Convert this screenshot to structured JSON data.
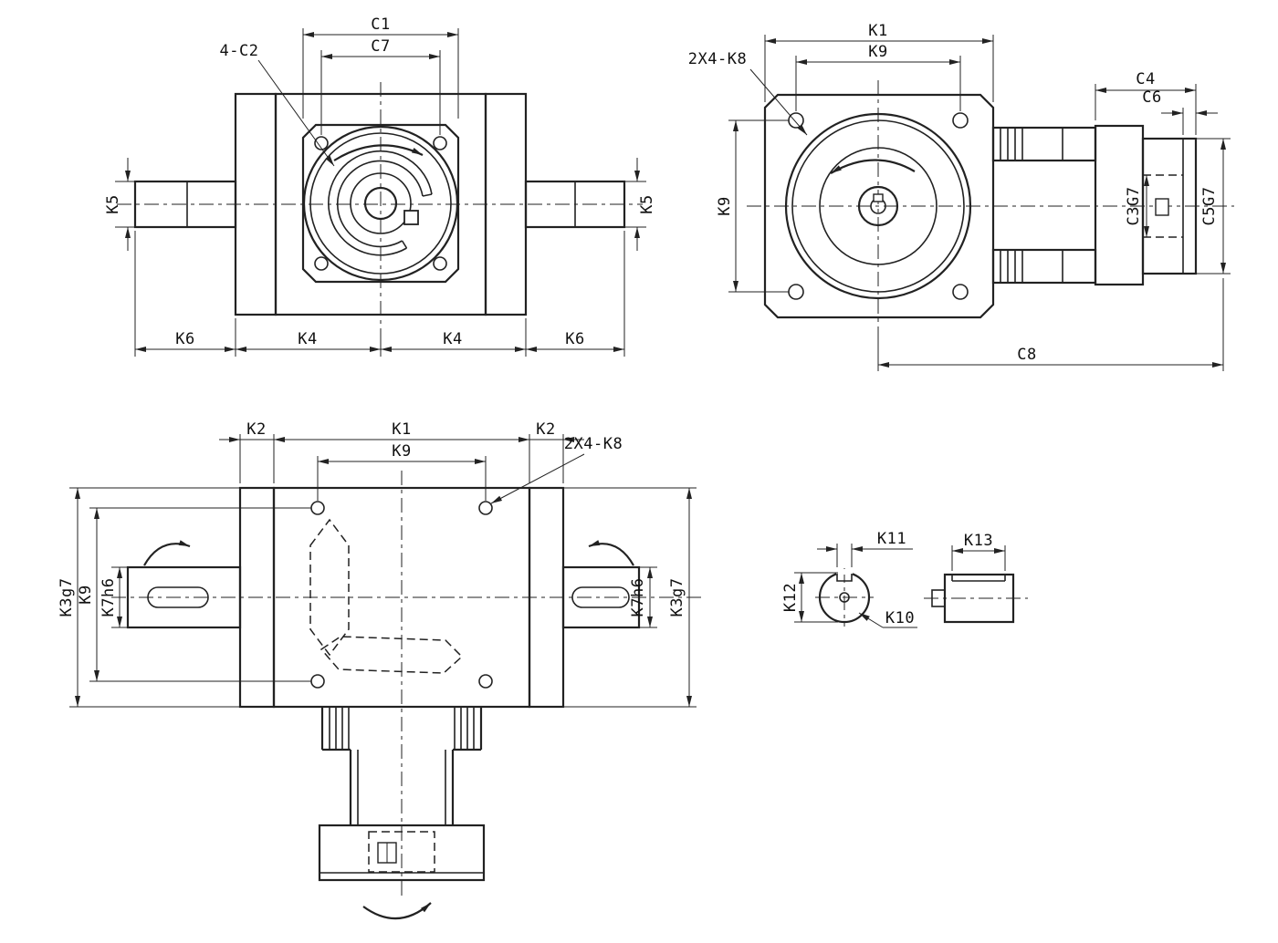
{
  "drawing": {
    "front_view": {
      "c1": "C1",
      "c7": "C7",
      "c2": "4-C2",
      "k5_left": "K5",
      "k5_right": "K5",
      "k6_left": "K6",
      "k4_left": "K4",
      "k4_right": "K4",
      "k6_right": "K6"
    },
    "side_view": {
      "k1": "K1",
      "k9_top": "K9",
      "k8": "2X4-K8",
      "k9_left": "K9",
      "c4": "C4",
      "c6": "C6",
      "c3g7": "C3G7",
      "c5g7": "C5G7",
      "c8": "C8"
    },
    "top_view": {
      "k2_left": "K2",
      "k1": "K1",
      "k2_right": "K2",
      "k9_top": "K9",
      "k8": "2X4-K8",
      "k3g7_left": "K3g7",
      "k9_left": "K9",
      "k7h6_left": "K7h6",
      "k7h6_right": "K7h6",
      "k3g7_right": "K3g7"
    },
    "details": {
      "k11": "K11",
      "k12": "K12",
      "k10": "K10",
      "k13": "K13"
    }
  },
  "colors": {
    "line": "#222222",
    "background": "#ffffff"
  }
}
